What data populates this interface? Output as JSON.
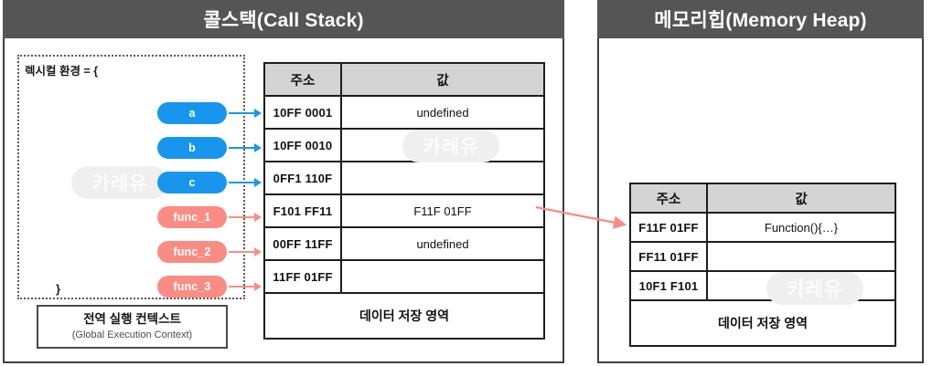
{
  "panels": {
    "call_stack": {
      "title": "콜스택(Call Stack)",
      "lexical_env": {
        "open_label": "렉시컬 환경 = {",
        "close_label": "}",
        "variables": [
          {
            "name": "a",
            "color": "#1896ED",
            "kind": "variable"
          },
          {
            "name": "b",
            "color": "#1896ED",
            "kind": "variable"
          },
          {
            "name": "c",
            "color": "#1896ED",
            "kind": "variable"
          },
          {
            "name": "func_1",
            "color": "#FA8C84",
            "kind": "function"
          },
          {
            "name": "func_2",
            "color": "#FA8C84",
            "kind": "function"
          },
          {
            "name": "func_3",
            "color": "#FA8C84",
            "kind": "function"
          }
        ]
      },
      "context_box": {
        "ko": "전역 실행 컨텍스트",
        "en": "(Global Execution Context)"
      },
      "table": {
        "headers": [
          "주소",
          "값"
        ],
        "rows": [
          {
            "address": "10FF 0001",
            "value": "undefined"
          },
          {
            "address": "10FF 0010",
            "value": ""
          },
          {
            "address": "0FF1 110F",
            "value": ""
          },
          {
            "address": "F101 FF11",
            "value": "F11F 01FF"
          },
          {
            "address": "00FF 11FF",
            "value": "undefined"
          },
          {
            "address": "11FF 01FF",
            "value": ""
          }
        ],
        "footer": "데이터 저장 영역"
      }
    },
    "memory_heap": {
      "title": "메모리힙(Memory Heap)",
      "table": {
        "headers": [
          "주소",
          "값"
        ],
        "rows": [
          {
            "address": "F11F 01FF",
            "value": "Function(){…}"
          },
          {
            "address": "FF11 01FF",
            "value": ""
          },
          {
            "address": "10F1 F101",
            "value": ""
          }
        ],
        "footer": "데이터 저장 영역"
      }
    }
  },
  "watermarks": {
    "lexical": "카레유",
    "call_stack": "카레유",
    "heap": "카레유"
  },
  "colors": {
    "header_bg": "#555555",
    "variable_pill": "#1896ED",
    "function_pill": "#FA8C84",
    "table_header_bg": "#d4d4d4",
    "border": "#1d1d1d",
    "watermark_bg": "#efefef"
  }
}
